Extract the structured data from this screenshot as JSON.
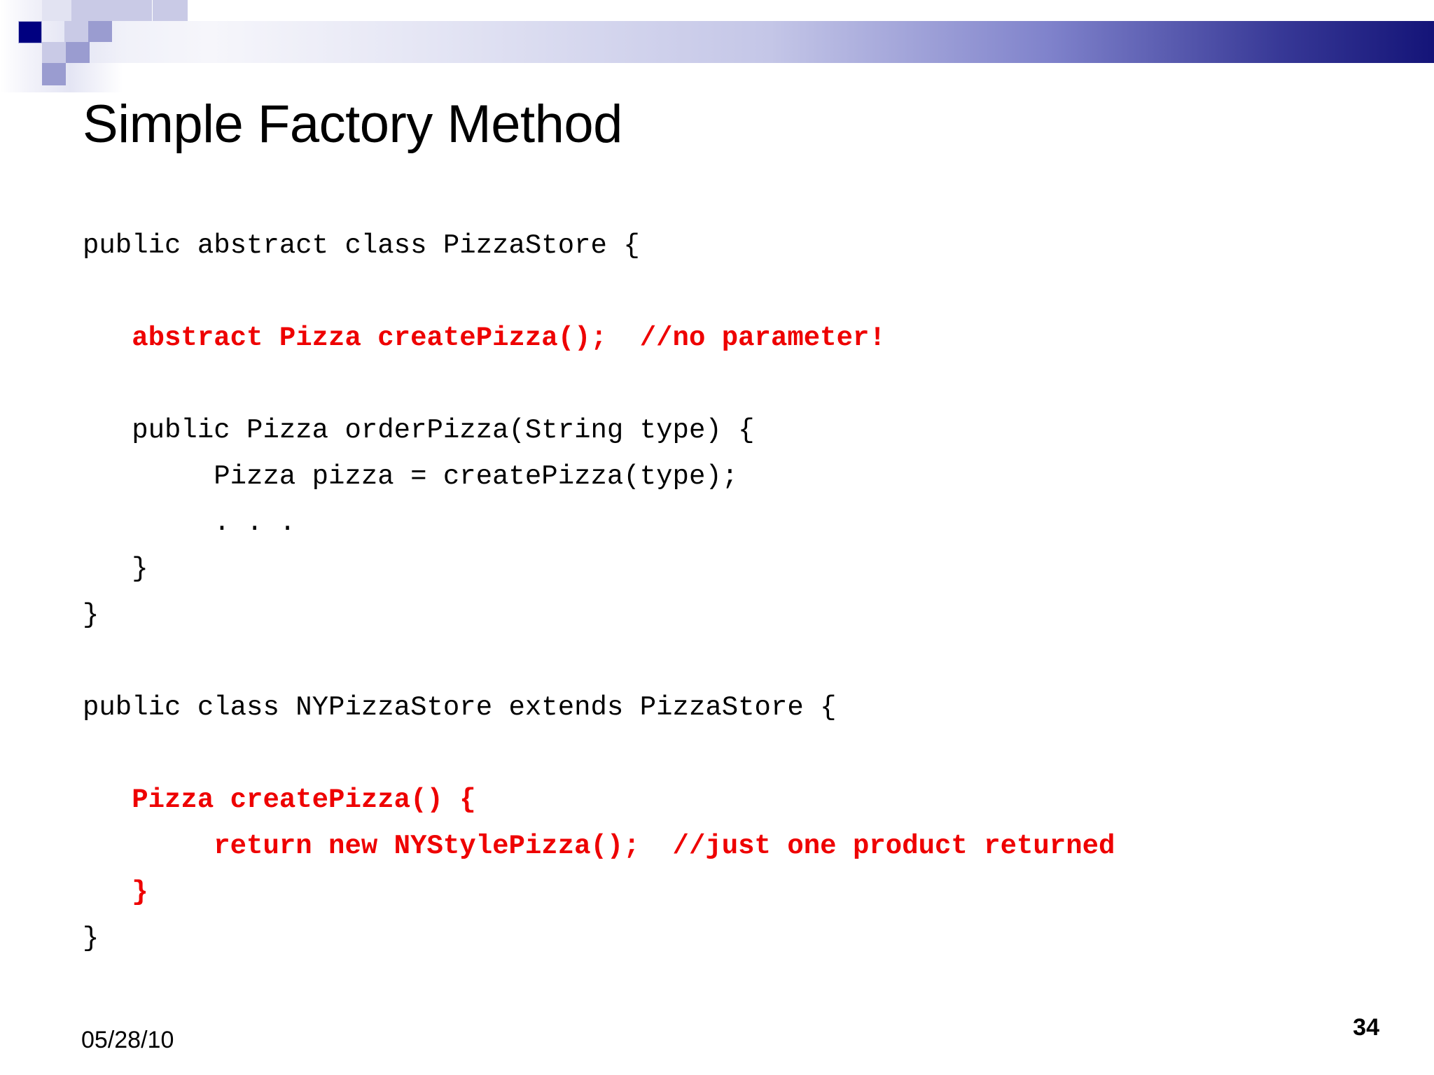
{
  "slide": {
    "title": "Simple Factory Method",
    "accent_color": "#000080",
    "highlight_color": "#EE0000",
    "code_lines": [
      {
        "text": "public abstract class PizzaStore {",
        "highlight": false
      },
      {
        "text": "",
        "highlight": false
      },
      {
        "text": "   abstract Pizza createPizza();  //no parameter!",
        "highlight": true
      },
      {
        "text": "",
        "highlight": false
      },
      {
        "text": "   public Pizza orderPizza(String type) {",
        "highlight": false
      },
      {
        "text": "        Pizza pizza = createPizza(type);",
        "highlight": false
      },
      {
        "text": "        . . .",
        "highlight": false
      },
      {
        "text": "   }",
        "highlight": false
      },
      {
        "text": "}",
        "highlight": false
      },
      {
        "text": "",
        "highlight": false
      },
      {
        "text": "public class NYPizzaStore extends PizzaStore {",
        "highlight": false
      },
      {
        "text": "",
        "highlight": false
      },
      {
        "text": "   Pizza createPizza() {",
        "highlight": true
      },
      {
        "text": "        return new NYStylePizza();  //just one product returned",
        "highlight": true
      },
      {
        "text": "   }",
        "highlight": true
      },
      {
        "text": "}",
        "highlight": false
      }
    ],
    "footer": {
      "date": "05/28/10",
      "page_number": "34"
    }
  }
}
